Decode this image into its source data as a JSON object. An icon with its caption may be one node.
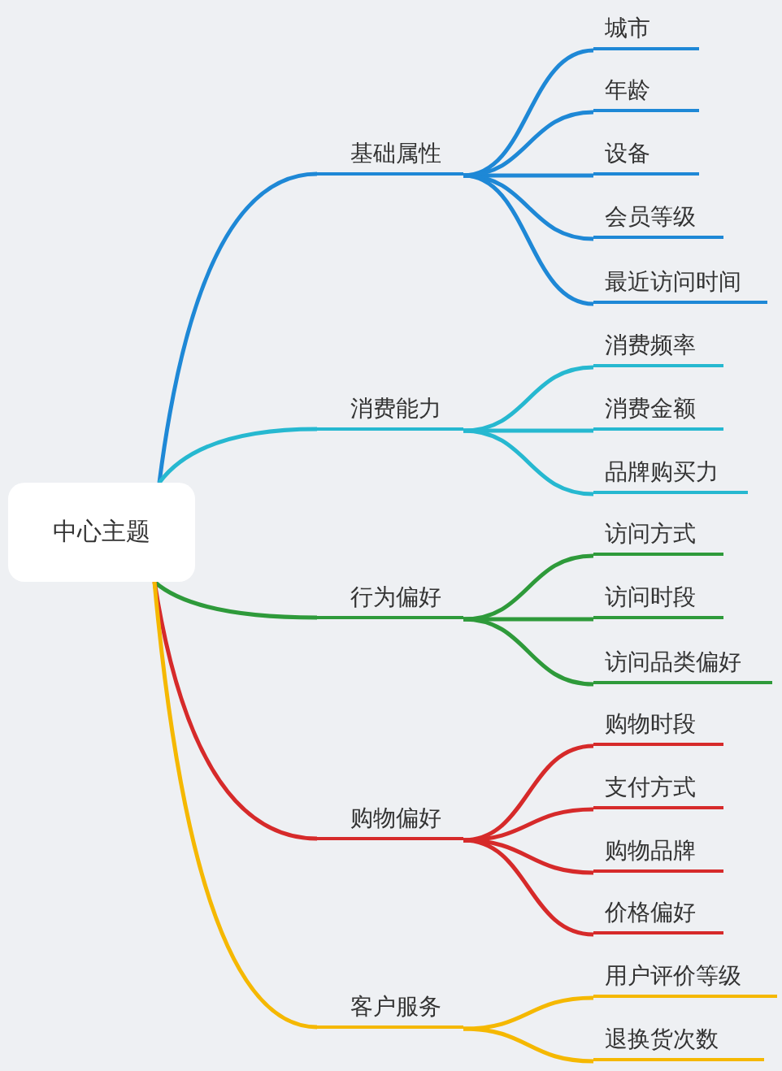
{
  "diagram": {
    "nodes": [
      {
        "text": [
          "中心主题"
        ]
      },
      {
        "text": [
          "基础属性"
        ]
      },
      {
        "text": [
          "城市"
        ]
      },
      {
        "text": [
          "年龄"
        ]
      },
      {
        "text": [
          "设备"
        ]
      },
      {
        "text": [
          "会员等级"
        ]
      },
      {
        "text": [
          "最近访问时间"
        ]
      },
      {
        "text": [
          "消费能力"
        ]
      },
      {
        "text": [
          "消费频率"
        ]
      },
      {
        "text": [
          "消费金额"
        ]
      },
      {
        "text": [
          "品牌购买力"
        ]
      },
      {
        "text": [
          "行为偏好"
        ]
      },
      {
        "text": [
          "访问方式"
        ]
      },
      {
        "text": [
          "访问时段"
        ]
      },
      {
        "text": [
          "访问品类偏好"
        ]
      },
      {
        "text": [
          "购物偏好"
        ]
      },
      {
        "text": [
          "购物时段"
        ]
      },
      {
        "text": [
          "支付方式"
        ]
      },
      {
        "text": [
          "购物品牌"
        ]
      },
      {
        "text": [
          "价格偏好"
        ]
      },
      {
        "text": [
          "客户服务"
        ]
      },
      {
        "text": [
          "用户评价等级"
        ]
      },
      {
        "text": [
          "退换货次数"
        ]
      }
    ],
    "edges": [
      {
        "from": 0,
        "to": 1,
        "arrow": "none",
        "color": "#1e88d6"
      },
      {
        "from": 1,
        "to": 2,
        "arrow": "none",
        "color": "#1e88d6"
      },
      {
        "from": 1,
        "to": 3,
        "arrow": "none",
        "color": "#1e88d6"
      },
      {
        "from": 1,
        "to": 4,
        "arrow": "none",
        "color": "#1e88d6"
      },
      {
        "from": 1,
        "to": 5,
        "arrow": "none",
        "color": "#1e88d6"
      },
      {
        "from": 1,
        "to": 6,
        "arrow": "none",
        "color": "#1e88d6"
      },
      {
        "from": 0,
        "to": 7,
        "arrow": "none",
        "color": "#26b8d0"
      },
      {
        "from": 7,
        "to": 8,
        "arrow": "none",
        "color": "#26b8d0"
      },
      {
        "from": 7,
        "to": 9,
        "arrow": "none",
        "color": "#26b8d0"
      },
      {
        "from": 7,
        "to": 10,
        "arrow": "none",
        "color": "#26b8d0"
      },
      {
        "from": 0,
        "to": 11,
        "arrow": "none",
        "color": "#2e9a3a"
      },
      {
        "from": 11,
        "to": 12,
        "arrow": "none",
        "color": "#2e9a3a"
      },
      {
        "from": 11,
        "to": 13,
        "arrow": "none",
        "color": "#2e9a3a"
      },
      {
        "from": 11,
        "to": 14,
        "arrow": "none",
        "color": "#2e9a3a"
      },
      {
        "from": 0,
        "to": 15,
        "arrow": "none",
        "color": "#d62a2a"
      },
      {
        "from": 15,
        "to": 16,
        "arrow": "none",
        "color": "#d62a2a"
      },
      {
        "from": 15,
        "to": 17,
        "arrow": "none",
        "color": "#d62a2a"
      },
      {
        "from": 15,
        "to": 18,
        "arrow": "none",
        "color": "#d62a2a"
      },
      {
        "from": 15,
        "to": 19,
        "arrow": "none",
        "color": "#d62a2a"
      },
      {
        "from": 0,
        "to": 20,
        "arrow": "none",
        "color": "#f5b800"
      },
      {
        "from": 20,
        "to": 21,
        "arrow": "none",
        "color": "#f5b800"
      },
      {
        "from": 20,
        "to": 22,
        "arrow": "none",
        "color": "#f5b800"
      }
    ]
  }
}
